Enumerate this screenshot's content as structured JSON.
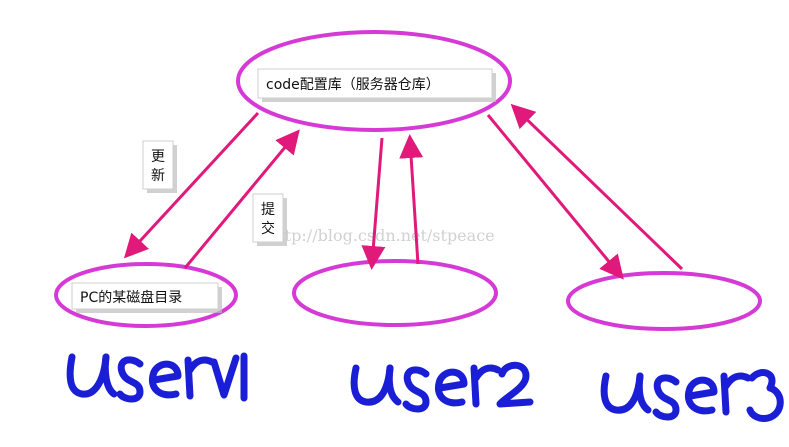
{
  "colors": {
    "ellipse_stroke": "#d63ad6",
    "arrow": "#e0197a",
    "handwriting": "#1a1fd6",
    "watermark": "#c9c9c9"
  },
  "nodes": {
    "repo": {
      "label": "code配置库（服务器仓库）"
    },
    "pc_dir": {
      "label": "PC的某磁盘目录"
    }
  },
  "edges": {
    "update": {
      "label_line1": "更",
      "label_line2": "新"
    },
    "commit": {
      "label_line1": "提",
      "label_line2": "交"
    }
  },
  "watermark": "http://blog.csdn.net/stpeace",
  "handwritten": {
    "user1": "user1",
    "user2": "user2",
    "user3": "user3"
  }
}
